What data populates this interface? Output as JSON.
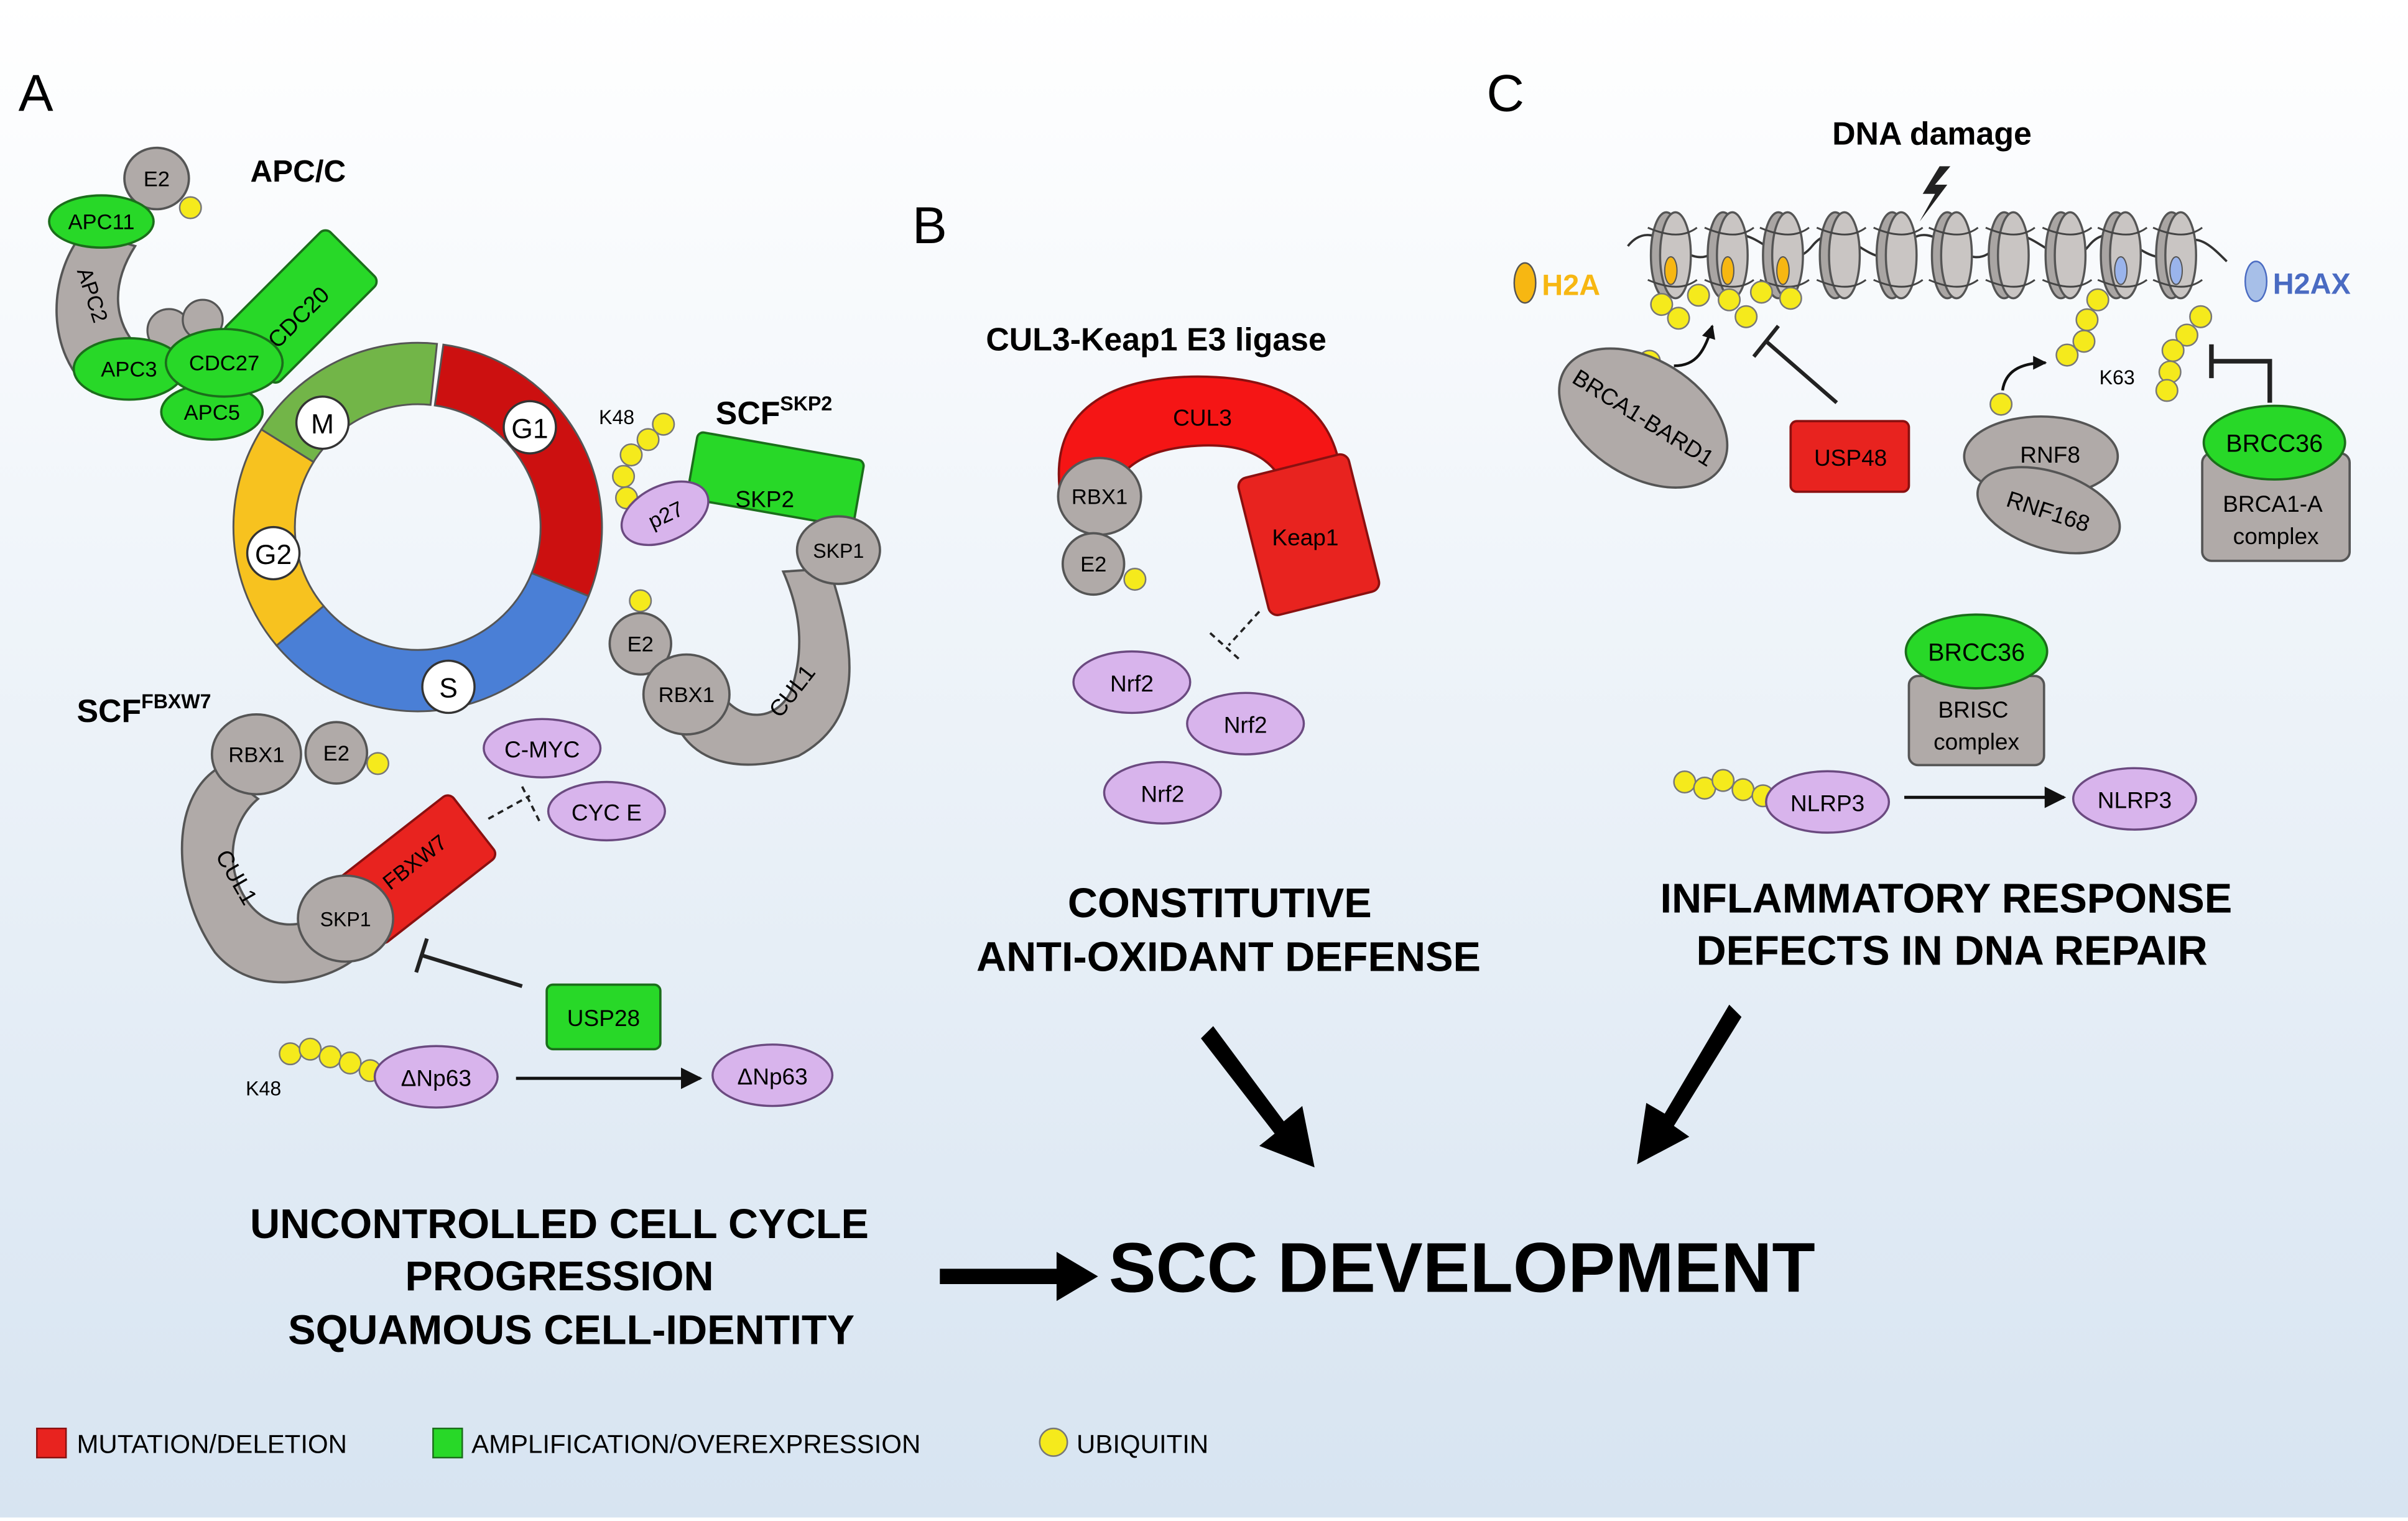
{
  "panels": {
    "a": "A",
    "b": "B",
    "c": "C"
  },
  "panel_a": {
    "apcc_title": "APC/C",
    "apcc": {
      "e2": "E2",
      "apc11": "APC11",
      "apc2": "APC2",
      "apc3": "APC3",
      "cdc27": "CDC27",
      "cdc20": "CDC20",
      "apc5": "APC5"
    },
    "cycle": {
      "m": "M",
      "g1": "G1",
      "g2": "G2",
      "s": "S"
    },
    "scf_skp2": {
      "title": "SCF",
      "sup": "SKP2",
      "k48": "K48",
      "p27": "p27",
      "skp2": "SKP2",
      "skp1": "SKP1",
      "e2": "E2",
      "rbx1": "RBX1",
      "cul1": "CUL1"
    },
    "scf_fbxw7": {
      "title": "SCF",
      "sup": "FBXW7",
      "rbx1": "RBX1",
      "e2": "E2",
      "cmyc": "C-MYC",
      "cyce": "CYC E",
      "fbxw7": "FBXW7",
      "cul1": "CUL1",
      "skp1": "SKP1"
    },
    "usp28": "USP28",
    "k48": "K48",
    "np63": "ΔNp63",
    "np63_out": "ΔNp63",
    "outcome": [
      "UNCONTROLLED CELL CYCLE",
      "PROGRESSION",
      "SQUAMOUS CELL-IDENTITY"
    ]
  },
  "panel_b": {
    "title": "CUL3-Keap1 E3 ligase",
    "cul3": "CUL3",
    "rbx1": "RBX1",
    "e2": "E2",
    "keap1": "Keap1",
    "nrf2": [
      "Nrf2",
      "Nrf2",
      "Nrf2"
    ],
    "outcome": [
      "CONSTITUTIVE",
      "ANTI-OXIDANT DEFENSE"
    ]
  },
  "panel_c": {
    "dna_damage": "DNA damage",
    "h2a": "H2A",
    "h2ax": "H2AX",
    "brca1_bard1": "BRCA1-BARD1",
    "usp48": "USP48",
    "rnf8": "RNF8",
    "rnf168": "RNF168",
    "k63": "K63",
    "brcc36_top": "BRCC36",
    "brca1a": [
      "BRCA1-A",
      "complex"
    ],
    "brcc36_mid": "BRCC36",
    "brisc": [
      "BRISC",
      "complex"
    ],
    "nlrp3_in": "NLRP3",
    "nlrp3_out": "NLRP3",
    "outcome": [
      "INFLAMMATORY RESPONSE",
      "DEFECTS IN DNA REPAIR"
    ]
  },
  "result": "SCC DEVELOPMENT",
  "legend": [
    {
      "label": "MUTATION/DELETION",
      "color": "#e8231f"
    },
    {
      "label": "AMPLIFICATION/OVEREXPRESSION",
      "color": "#28d828"
    },
    {
      "label": "UBIQUITIN",
      "color": "#f5ea1c"
    }
  ],
  "colors": {
    "red": "#e8231f",
    "green": "#28d828",
    "grey": "#b0aaa8",
    "purple": "#d8b4ec",
    "ubiquitin": "#f5ea1c",
    "g1": "#cc1010",
    "s": "#4a7fd6",
    "g2": "#f7c21f",
    "m": "#72b548",
    "h2a": "#f7b712",
    "h2ax": "#4a6bc2"
  }
}
